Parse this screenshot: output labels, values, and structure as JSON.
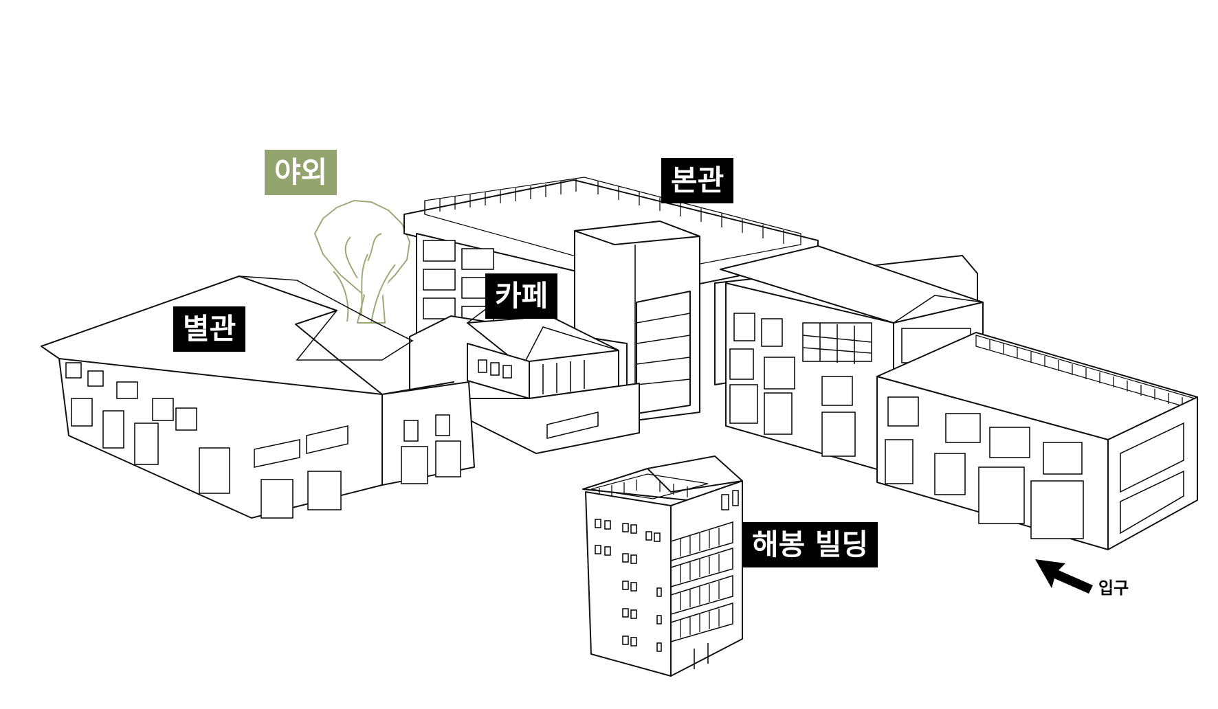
{
  "labels": {
    "outdoor": "야외",
    "main": "본관",
    "cafe": "카페",
    "annex": "별관",
    "haebong": "해봉 빌딩",
    "entrance": "입구"
  },
  "icons": {
    "entrance_arrow": "arrow-up-left-icon",
    "tree": "tree-icon"
  },
  "colors": {
    "label_dark": "#000000",
    "label_outdoor": "#94a46e",
    "tree_stroke": "#9aab78",
    "line": "#111111"
  }
}
